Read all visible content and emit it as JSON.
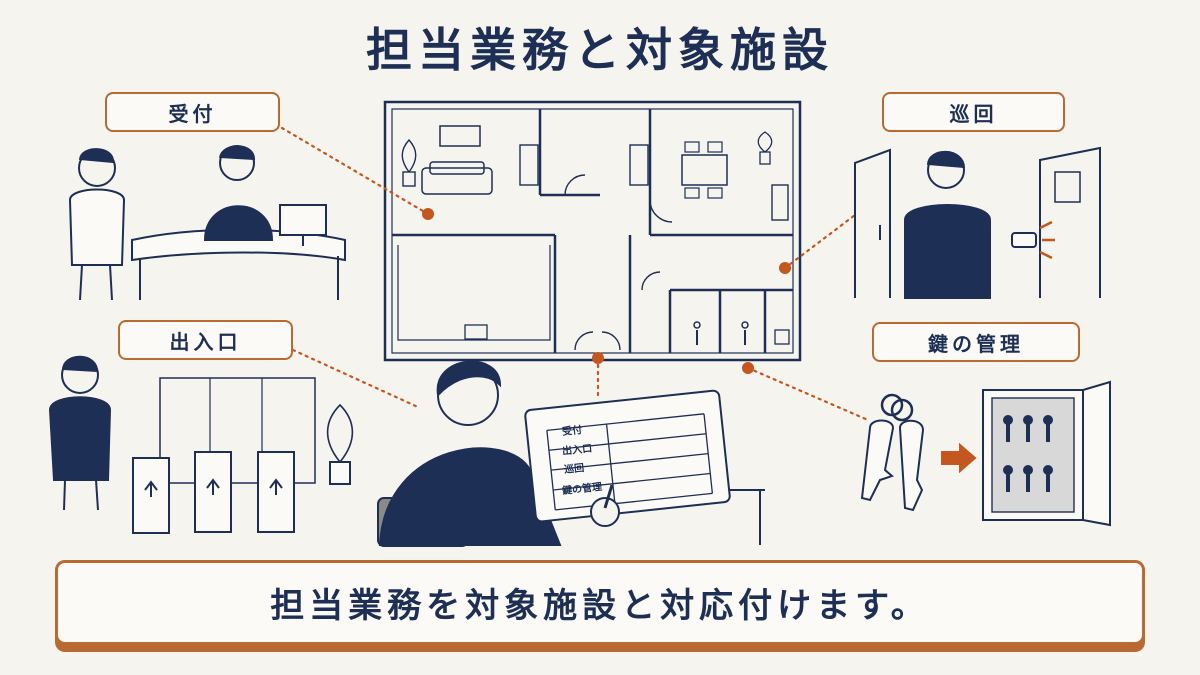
{
  "title": "担当業務と対象施設",
  "labels": {
    "reception": "受付",
    "patrol": "巡回",
    "entrance": "出入口",
    "key_management": "鍵の管理"
  },
  "checklist": {
    "rows": [
      "受付",
      "出入口",
      "巡回",
      "鍵の管理"
    ]
  },
  "caption": "担当業務を対象施設と対応付けます。",
  "colors": {
    "navy": "#1e2f55",
    "accent": "#b86a32",
    "dot": "#c4561f",
    "background": "#f6f4ef"
  }
}
